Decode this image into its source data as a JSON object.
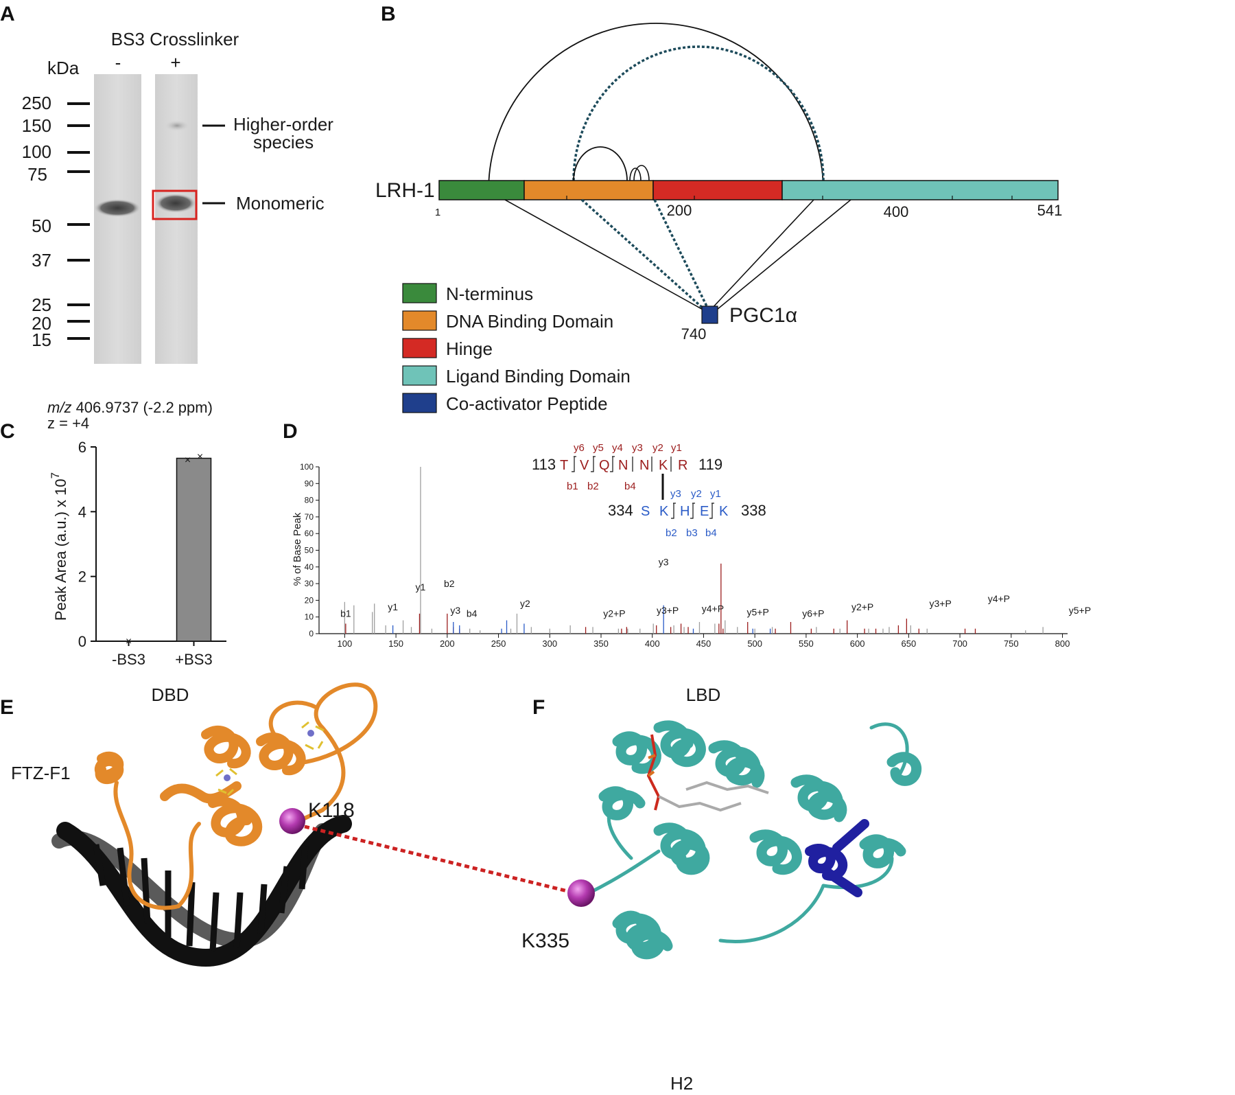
{
  "panels": {
    "A": {
      "letter": "A",
      "title": "BS3 Crosslinker",
      "lane_minus": "-",
      "lane_plus": "+",
      "unit": "kDa",
      "markers": [
        "250",
        "150",
        "100",
        "75",
        "50",
        "37",
        "25",
        "20",
        "15"
      ],
      "annotation_higher_1": "Higher-order",
      "annotation_higher_2": "species",
      "annotation_monomeric": "Monomeric"
    },
    "B": {
      "letter": "B",
      "protein": "LRH-1",
      "ticks": [
        "1",
        "200",
        "400",
        "541"
      ],
      "partner": "PGC1α",
      "partner_residue": "740",
      "legend": [
        {
          "label": "N-terminus",
          "color": "#3a8a3c"
        },
        {
          "label": "DNA Binding Domain",
          "color": "#e3892a"
        },
        {
          "label": "Hinge",
          "color": "#d42a24"
        },
        {
          "label": "Ligand Binding Domain",
          "color": "#6fc3b8"
        },
        {
          "label": "Co-activator Peptide",
          "color": "#1f3f8c"
        }
      ]
    },
    "C": {
      "letter": "C",
      "mz_label": "m/z",
      "mz_value": " 406.9737 (-2.2 ppm)",
      "charge": "z = +4",
      "ylabel": "Peak Area (a.u.) x 10",
      "ylabel_exp": "7"
    },
    "D": {
      "letter": "D",
      "ylabel": "% of Base Peak",
      "peptide1": {
        "start": "113",
        "end": "119",
        "residues": [
          "T",
          "V",
          "Q",
          "N",
          "N",
          "K",
          "R"
        ],
        "y_ions": [
          "y6",
          "y5",
          "y4",
          "y3",
          "y2",
          "y1"
        ],
        "b_ions": [
          "b1",
          "b2",
          "b4"
        ]
      },
      "peptide2": {
        "start": "334",
        "end": "338",
        "residues": [
          "S",
          "K",
          "H",
          "E",
          "K"
        ],
        "y_ions": [
          "y3",
          "y2",
          "y1"
        ],
        "b_ions": [
          "b2",
          "b3",
          "b4"
        ]
      }
    },
    "E": {
      "letter": "E",
      "title": "DBD",
      "label_ftz": "FTZ-F1",
      "label_residue": "K118"
    },
    "F": {
      "letter": "F",
      "title": "LBD",
      "label_residue": "K335",
      "label_helix": "H2"
    }
  },
  "chart_data": [
    {
      "type": "bar",
      "title": "",
      "categories": [
        "-BS3",
        "+BS3"
      ],
      "values": [
        0.0,
        5.65
      ],
      "points": [
        [
          0.0
        ],
        [
          5.6,
          5.7
        ]
      ],
      "ylabel": "Peak Area (a.u.) x 10^7",
      "ylim": [
        0,
        6
      ],
      "yticks": [
        "0",
        "2",
        "4",
        "6"
      ],
      "color": "#8a8a8a"
    },
    {
      "type": "bar",
      "title": "",
      "xlabel": "",
      "ylabel": "% of Base Peak",
      "xlim": [
        75,
        805
      ],
      "ylim": [
        0,
        100
      ],
      "xticks": [
        "100",
        "150",
        "200",
        "250",
        "300",
        "350",
        "400",
        "450",
        "500",
        "550",
        "600",
        "650",
        "700",
        "750",
        "800"
      ],
      "yticks": [
        "0",
        "10",
        "20",
        "30",
        "40",
        "50",
        "60",
        "70",
        "80",
        "90",
        "100"
      ],
      "series": [
        {
          "color": "#9e9e9e",
          "peaks": [
            [
              100,
              19
            ],
            [
              109,
              17
            ],
            [
              127,
              13
            ],
            [
              129,
              18
            ],
            [
              140,
              5
            ],
            [
              157,
              8
            ],
            [
              165,
              4
            ],
            [
              174,
              100
            ],
            [
              185,
              3
            ],
            [
              222,
              3
            ],
            [
              232,
              2
            ],
            [
              262,
              3
            ],
            [
              268,
              12
            ],
            [
              282,
              4
            ],
            [
              300,
              3
            ],
            [
              320,
              5
            ],
            [
              342,
              4
            ],
            [
              367,
              3
            ],
            [
              376,
              3
            ],
            [
              388,
              3
            ],
            [
              401,
              6
            ],
            [
              421,
              5
            ],
            [
              431,
              4
            ],
            [
              446,
              7
            ],
            [
              461,
              6
            ],
            [
              471,
              8
            ],
            [
              483,
              4
            ],
            [
              500,
              3
            ],
            [
              517,
              4
            ],
            [
              560,
              4
            ],
            [
              583,
              3
            ],
            [
              611,
              3
            ],
            [
              625,
              3
            ],
            [
              631,
              4
            ],
            [
              652,
              5
            ],
            [
              668,
              3
            ],
            [
              764,
              2
            ],
            [
              781,
              4
            ]
          ]
        },
        {
          "color": "#9b1c1c",
          "peaks": [
            [
              101,
              6
            ],
            [
              173,
              12
            ],
            [
              200,
              12
            ],
            [
              206,
              4
            ],
            [
              212,
              3
            ],
            [
              335,
              4
            ],
            [
              370,
              3
            ],
            [
              375,
              4
            ],
            [
              404,
              5
            ],
            [
              418,
              4
            ],
            [
              428,
              6
            ],
            [
              435,
              4
            ],
            [
              465,
              6
            ],
            [
              467,
              42
            ],
            [
              469,
              3
            ],
            [
              493,
              7
            ],
            [
              520,
              3
            ],
            [
              535,
              7
            ],
            [
              555,
              3
            ],
            [
              577,
              3
            ],
            [
              590,
              8
            ],
            [
              607,
              3
            ],
            [
              618,
              3
            ],
            [
              640,
              5
            ],
            [
              648,
              9
            ],
            [
              660,
              3
            ],
            [
              705,
              3
            ],
            [
              715,
              3
            ]
          ]
        },
        {
          "color": "#2a5bc7",
          "peaks": [
            [
              147,
              5
            ],
            [
              206,
              7
            ],
            [
              212,
              5
            ],
            [
              253,
              3
            ],
            [
              258,
              8
            ],
            [
              275,
              6
            ],
            [
              411,
              17
            ],
            [
              440,
              3
            ],
            [
              498,
              3
            ],
            [
              515,
              3
            ]
          ]
        }
      ],
      "annotations": [
        {
          "text": "b1",
          "x": 101,
          "y": 10,
          "color": "#9b1c1c"
        },
        {
          "text": "y1",
          "x": 147,
          "y": 14,
          "color": "#2a5bc7"
        },
        {
          "text": "y1",
          "x": 174,
          "y": 26,
          "color": "#9b1c1c"
        },
        {
          "text": "b2",
          "x": 202,
          "y": 28,
          "color": "#9b1c1c"
        },
        {
          "text": "y3",
          "x": 208,
          "y": 12,
          "color": "#2a5bc7"
        },
        {
          "text": "b4",
          "x": 224,
          "y": 10,
          "color": "#9b1c1c"
        },
        {
          "text": "y2",
          "x": 276,
          "y": 16,
          "color": "#2a5bc7"
        },
        {
          "text": "y2+P",
          "x": 363,
          "y": 10,
          "color": "#9b1c1c"
        },
        {
          "text": "y3+P",
          "x": 415,
          "y": 12,
          "color": "#9b1c1c"
        },
        {
          "text": "y3",
          "x": 411,
          "y": 41,
          "color": "#2a5bc7"
        },
        {
          "text": "y4+P",
          "x": 459,
          "y": 13,
          "color": "#9b1c1c"
        },
        {
          "text": "y5+P",
          "x": 503,
          "y": 11,
          "color": "#9b1c1c"
        },
        {
          "text": "y6+P",
          "x": 557,
          "y": 10,
          "color": "#9b1c1c"
        },
        {
          "text": "y2+P",
          "x": 605,
          "y": 14,
          "color": "#9b1c1c"
        },
        {
          "text": "y3+P",
          "x": 681,
          "y": 16,
          "color": "#9b1c1c"
        },
        {
          "text": "y4+P",
          "x": 738,
          "y": 19,
          "color": "#9b1c1c"
        },
        {
          "text": "y5+P",
          "x": 817,
          "y": 12,
          "color": "#9b1c1c"
        }
      ]
    }
  ]
}
